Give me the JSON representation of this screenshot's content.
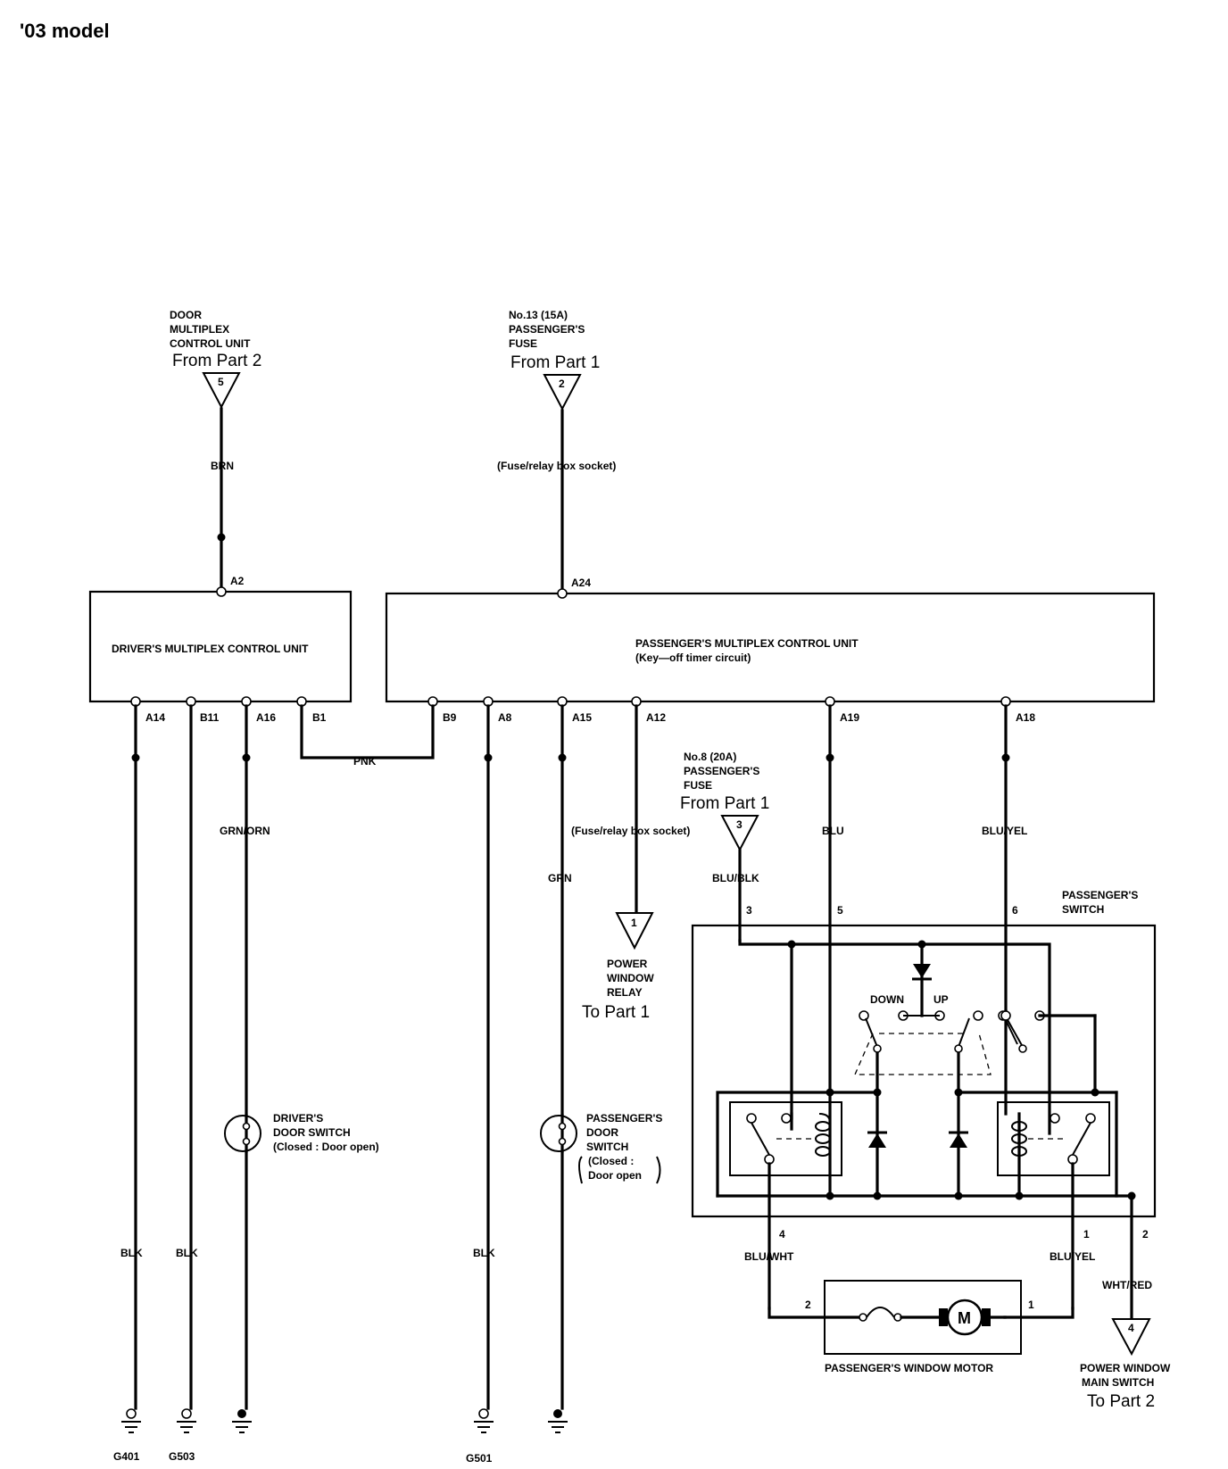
{
  "header": {
    "model": "'03 model"
  },
  "sources": {
    "door_unit": {
      "lines": [
        "DOOR",
        "MULTIPLEX",
        "CONTROL UNIT"
      ],
      "from": "From Part 2",
      "connector": "5"
    },
    "fuse13": {
      "lines": [
        "No.13 (15A)",
        "PASSENGER'S",
        "FUSE"
      ],
      "from": "From Part 1",
      "connector": "2",
      "note": "(Fuse/relay box socket)"
    },
    "fuse8": {
      "lines": [
        "No.8 (20A)",
        "PASSENGER'S",
        "FUSE"
      ],
      "from": "From Part 1",
      "connector": "3"
    }
  },
  "units": {
    "driver": {
      "name": "DRIVER'S MULTIPLEX CONTROL UNIT"
    },
    "passenger": {
      "name": "PASSENGER'S MULTIPLEX CONTROL UNIT",
      "sub": "(Key—off timer circuit)"
    }
  },
  "pins": [
    "A2",
    "A24",
    "A14",
    "B11",
    "A16",
    "B1",
    "B9",
    "A8",
    "A15",
    "A12",
    "A19",
    "A18"
  ],
  "wires": {
    "brn": "BRN",
    "pnk": "PNK",
    "grn_orn": "GRN/ORN",
    "grn": "GRN",
    "fuse_box": "(Fuse/relay box socket)",
    "blu_blk": "BLU/BLK",
    "blu": "BLU",
    "blu_yel_top": "BLU/YEL",
    "blk1": "BLK",
    "blk2": "BLK",
    "blk3": "BLK",
    "blu_wht": "BLU/WHT",
    "blu_yel_bot": "BLU/YEL",
    "wht_red": "WHT/RED"
  },
  "relay_out": {
    "connector": "1",
    "lines": [
      "POWER",
      "WINDOW",
      "RELAY"
    ],
    "to": "To Part 1"
  },
  "main_switch": {
    "connector": "4",
    "lines": [
      "POWER WINDOW",
      "MAIN SWITCH"
    ],
    "to": "To Part 2"
  },
  "driver_door_switch": {
    "lines": [
      "DRIVER'S",
      "DOOR SWITCH",
      "(Closed : Door open)"
    ]
  },
  "passenger_door_switch": {
    "lines": [
      "PASSENGER'S",
      "DOOR",
      "SWITCH",
      "(Closed :",
      "Door open"
    ]
  },
  "passenger_switch": {
    "title": [
      "PASSENGER'S",
      "SWITCH"
    ],
    "down": "DOWN",
    "up": "UP",
    "terminals": {
      "t3": "3",
      "t5": "5",
      "t6": "6",
      "t4": "4",
      "t1": "1",
      "t2": "2"
    }
  },
  "motor": {
    "label": "PASSENGER'S  WINDOW MOTOR",
    "symbol": "M",
    "pin_left": "2",
    "pin_right": "1"
  },
  "grounds": [
    "G401",
    "G503",
    "G501"
  ]
}
